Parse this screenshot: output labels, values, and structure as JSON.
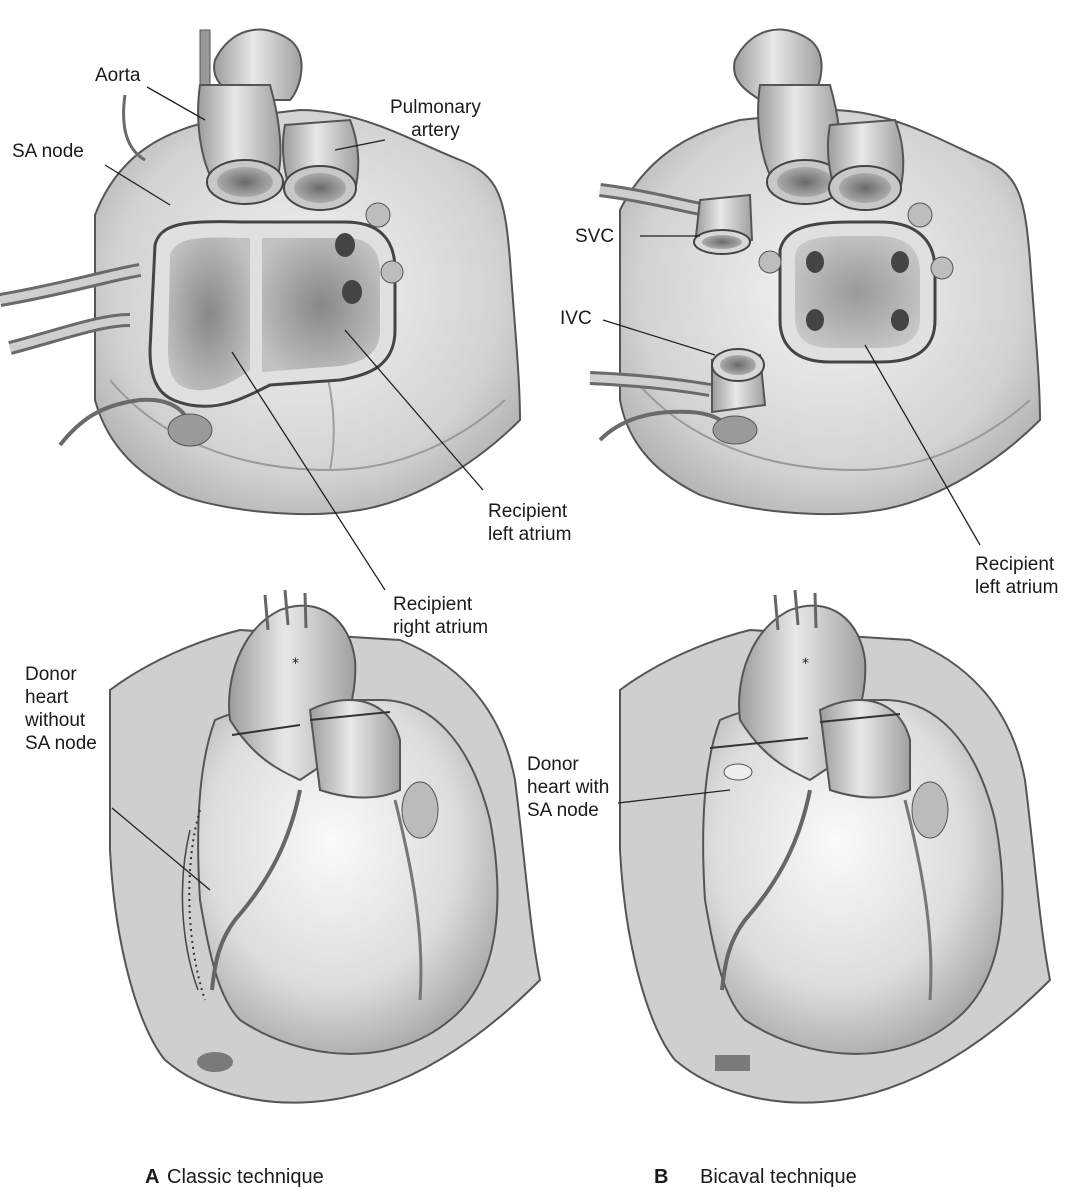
{
  "labels": {
    "aorta": "Aorta",
    "pulmonary_artery": "Pulmonary\nartery",
    "sa_node": "SA node",
    "recipient_left_atrium_a": "Recipient\nleft atrium",
    "recipient_right_atrium": "Recipient\nright atrium",
    "svc": "SVC",
    "ivc": "IVC",
    "recipient_left_atrium_b": "Recipient\nleft atrium",
    "donor_without_sa": "Donor\nheart\nwithout\nSA node",
    "donor_with_sa": "Donor\nheart with\nSA node"
  },
  "captions": {
    "a_letter": "A",
    "a_text": "Classic technique",
    "b_letter": "B",
    "b_text": "Bicaval technique"
  },
  "colors": {
    "tissue": "#d6d6d6",
    "tissue_light": "#ececec",
    "tissue_dark": "#8a8a8a",
    "outline": "#4a4a4a",
    "suture": "#333333"
  }
}
